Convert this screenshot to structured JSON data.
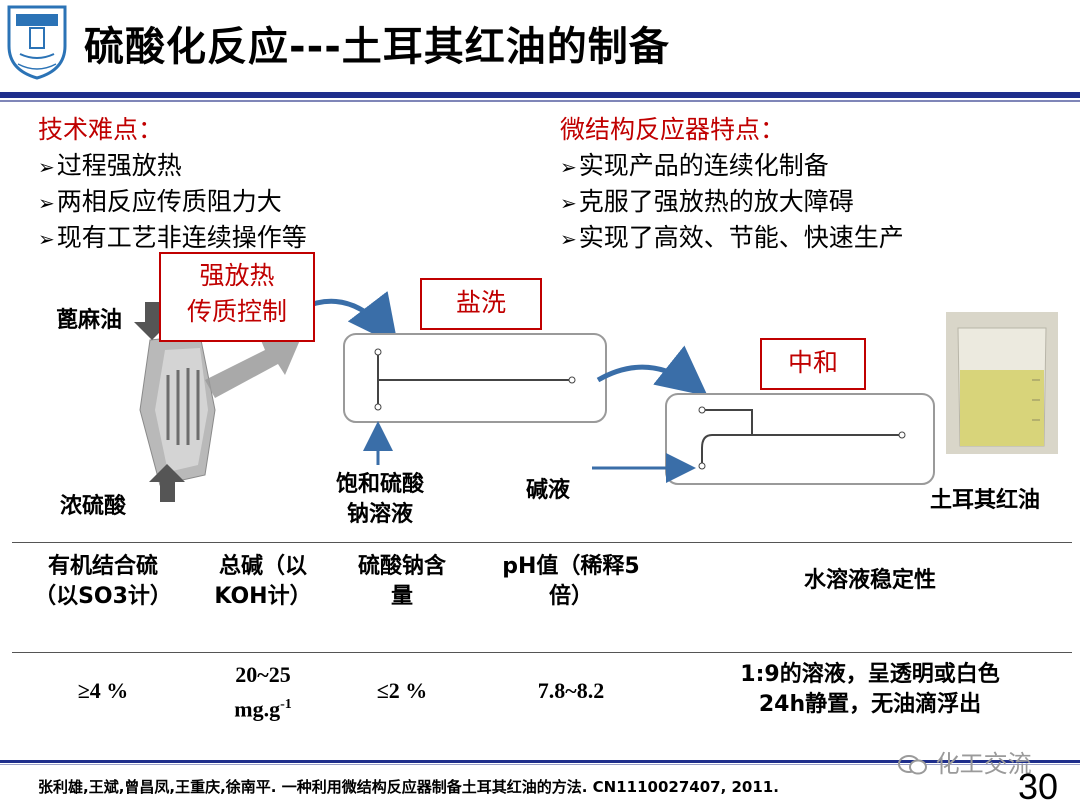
{
  "slide": {
    "title": "硫酸化反应---土耳其红油的制备",
    "page_number": "30"
  },
  "difficulties": {
    "heading": "技术难点：",
    "items": [
      "过程强放热",
      "两相反应传质阻力大",
      "现有工艺非连续操作等"
    ]
  },
  "features": {
    "heading": "微结构反应器特点：",
    "items": [
      "实现产品的连续化制备",
      "克服了强放热的放大障碍",
      "实现了高效、节能、快速生产"
    ]
  },
  "diagram": {
    "feed_top": "蓖麻油",
    "feed_bottom": "浓硫酸",
    "callout_line1": "强放热",
    "callout_line2": "传质控制",
    "wash_box": "盐洗",
    "neutral_box": "中和",
    "wash_feed_line1": "饱和硫酸",
    "wash_feed_line2": "钠溶液",
    "alkali_feed": "碱液",
    "product": "土耳其红油"
  },
  "table": {
    "headers": [
      [
        "有机结合硫",
        "（以SO3计）"
      ],
      [
        "总碱（以",
        "KOH计）"
      ],
      [
        "硫酸钠含",
        "量"
      ],
      [
        "pH值（稀释5",
        "倍）"
      ],
      [
        "水溶液稳定性"
      ]
    ],
    "values": {
      "sulfur": "≥4 %",
      "alkali_line1": "20~25",
      "alkali_line2": "mg.g",
      "alkali_sup": "-1",
      "sodium_sulfate": "≤2 %",
      "ph": "7.8~8.2",
      "stability_line1": "1:9的溶液，呈透明或白色",
      "stability_line2": "24h静置，无油滴浮出"
    }
  },
  "footer": {
    "reference": "张利雄,王斌,曾昌凤,王重庆,徐南平. 一种利用微结构反应器制备土耳其红油的方法. CN1110027407, 2011.",
    "watermark": "化工交流"
  },
  "colors": {
    "accent_red": "#c00000",
    "rule_blue": "#1f2f8c",
    "arrow_blue": "#3a6ea8"
  }
}
